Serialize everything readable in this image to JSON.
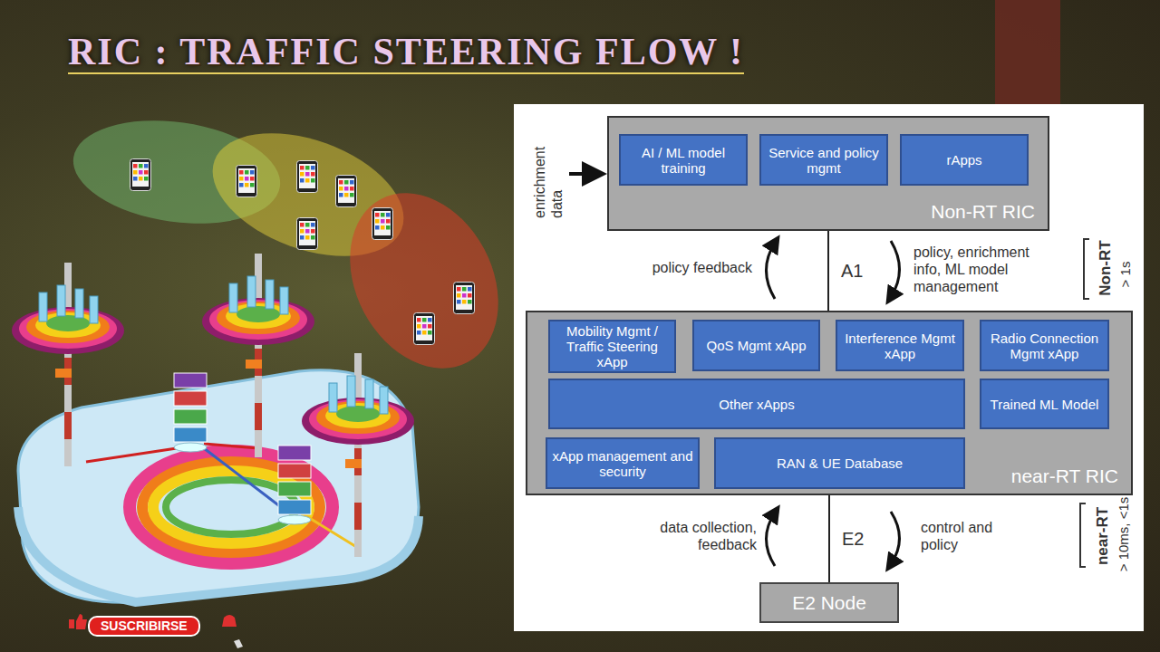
{
  "diagram": {
    "title": "RIC : TRAFFIC STEERING FLOW !",
    "nodes": [
      {
        "text": [
          "Non-RT RIC"
        ]
      },
      {
        "text": [
          "AI / ML model training"
        ],
        "in": 0
      },
      {
        "text": [
          "Service and policy mgmt"
        ],
        "in": 0
      },
      {
        "text": [
          "rApps"
        ],
        "in": 0
      },
      {
        "text": [
          "near-RT RIC"
        ]
      },
      {
        "text": [
          "Mobility Mgmt / Traffic Steering xApp"
        ],
        "in": 4
      },
      {
        "text": [
          "QoS Mgmt xApp"
        ],
        "in": 4
      },
      {
        "text": [
          "Interference Mgmt xApp"
        ],
        "in": 4
      },
      {
        "text": [
          "Radio Connection Mgmt xApp"
        ],
        "in": 4
      },
      {
        "text": [
          "Other xApps"
        ],
        "in": 4
      },
      {
        "text": [
          "Trained ML Model"
        ],
        "in": 4
      },
      {
        "text": [
          "xApp management and security"
        ],
        "in": 4
      },
      {
        "text": [
          "RAN & UE Database"
        ],
        "in": 4
      },
      {
        "text": [
          "E2 Node"
        ]
      }
    ],
    "edges": [
      {
        "from": 0,
        "to": 4,
        "label": "A1",
        "arrow": "none"
      },
      {
        "from": 4,
        "to": 13,
        "label": "E2",
        "arrow": "none"
      }
    ],
    "labels": [
      "enrichment data",
      "policy feedback",
      "policy, enrichment info, ML model management",
      "Non-RT",
      "> 1s",
      "data collection, feedback",
      "control and policy",
      "near-RT",
      "> 10ms, <1s",
      "SUSCRIBIRSE"
    ]
  }
}
